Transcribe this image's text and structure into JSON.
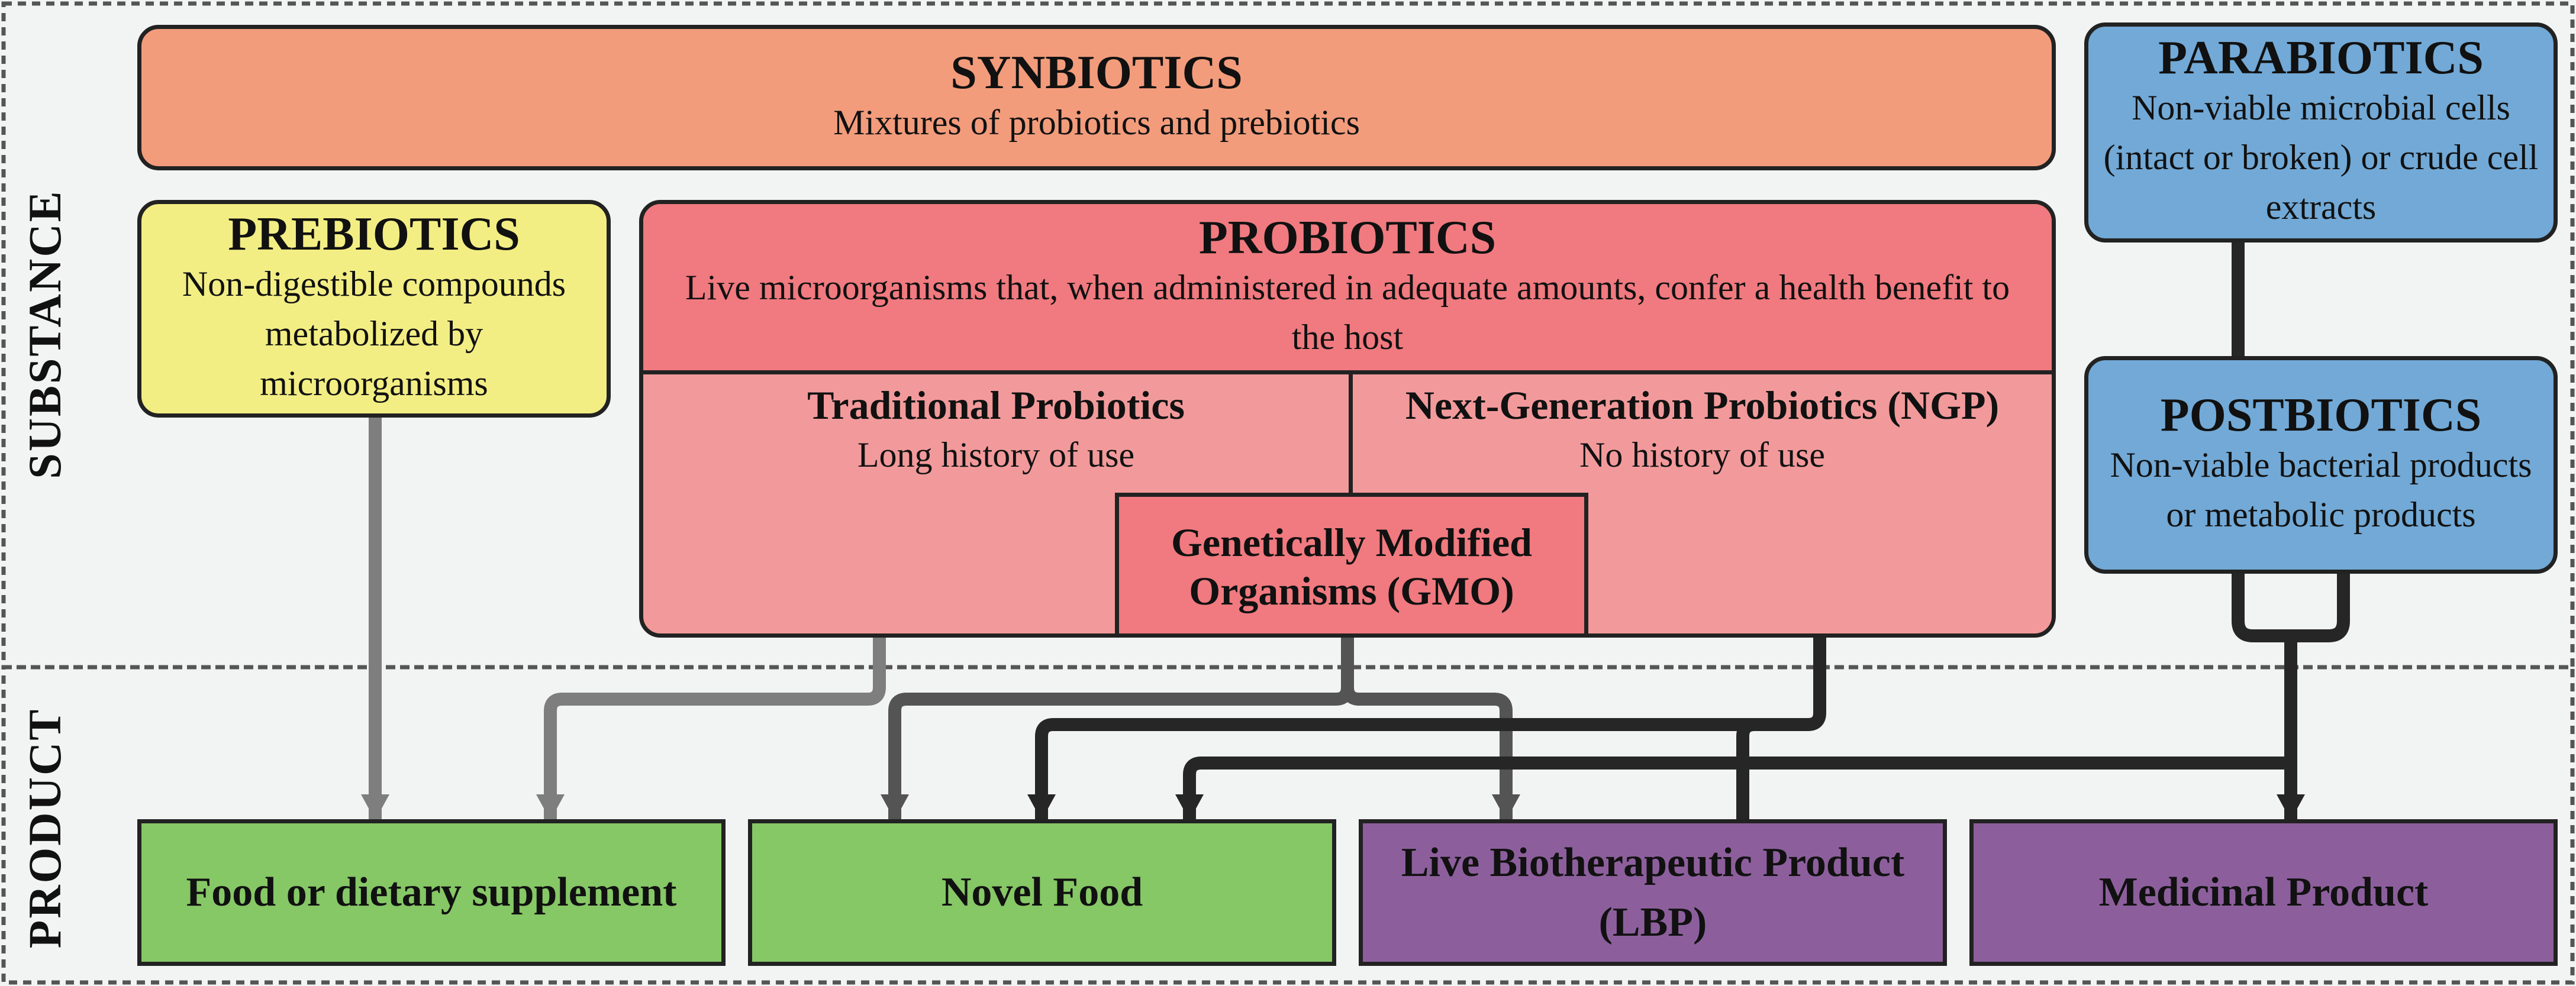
{
  "section_labels": {
    "substance": "SUBSTANCE",
    "product": "PRODUCT"
  },
  "synbiotics": {
    "title": "SYNBIOTICS",
    "description": "Mixtures of probiotics and prebiotics"
  },
  "prebiotics": {
    "title": "PREBIOTICS",
    "description": "Non-digestible compounds metabolized by microorganisms"
  },
  "probiotics": {
    "title": "PROBIOTICS",
    "description": "Live microorganisms that, when administered in adequate amounts, confer a health benefit to the host",
    "traditional": {
      "title": "Traditional Probiotics",
      "description": "Long history of use"
    },
    "next_generation": {
      "title": "Next-Generation Probiotics (NGP)",
      "description": "No history of use"
    },
    "gmo": {
      "title": "Genetically Modified Organisms (GMO)"
    }
  },
  "parabiotics": {
    "title": "PARABIOTICS",
    "description": "Non-viable microbial cells (intact or broken) or crude cell extracts"
  },
  "postbiotics": {
    "title": "POSTBIOTICS",
    "description": "Non-viable bacterial products or metabolic products"
  },
  "products": {
    "food_supplement": "Food or dietary supplement",
    "novel_food": "Novel Food",
    "lbp": "Live Biotherapeutic Product (LBP)",
    "medicinal": "Medicinal Product"
  },
  "colors": {
    "background": "#f2f3f3",
    "synbiotics": "#f29c7c",
    "prebiotics": "#f3ee84",
    "probiotics_header": "#f07a7f",
    "probiotics_body": "#f29a9b",
    "gmo": "#f07a7f",
    "parabiotics": "#72a9d6",
    "postbiotics": "#72a9d6",
    "food_product": "#86c766",
    "medical_product": "#8c5f9c",
    "arrow_gray": "#7e7e7e",
    "arrow_mid": "#545454",
    "arrow_dark": "#262626"
  }
}
